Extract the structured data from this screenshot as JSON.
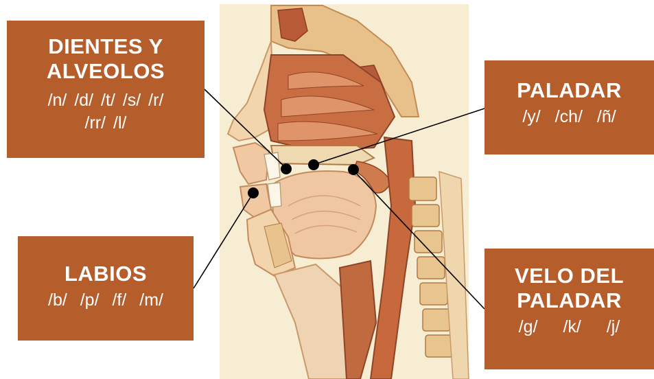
{
  "colors": {
    "box_fill": "#b65d2c",
    "box_text": "#ffffff",
    "illustration_bg": "#f7edd3",
    "pointer": "#000000"
  },
  "image": {
    "subject": "sagittal-head-cross-section-illustration"
  },
  "boxes": {
    "dientes": {
      "title_line1": "DIENTES Y",
      "title_line2": "ALVEOLOS",
      "phonemes_line1": "/n/  /d/  /t/  /s/  /r/",
      "phonemes_line2": "/rr/  /l/"
    },
    "paladar": {
      "title": "PALADAR",
      "phonemes": "/y/  /ch/  /ñ/"
    },
    "labios": {
      "title": "LABIOS",
      "phonemes": "/b/  /p/  /f/  /m/"
    },
    "velo": {
      "title_line1": "VELO DEL",
      "title_line2": "PALADAR",
      "phonemes": "/g/  /k/  /j/"
    }
  }
}
